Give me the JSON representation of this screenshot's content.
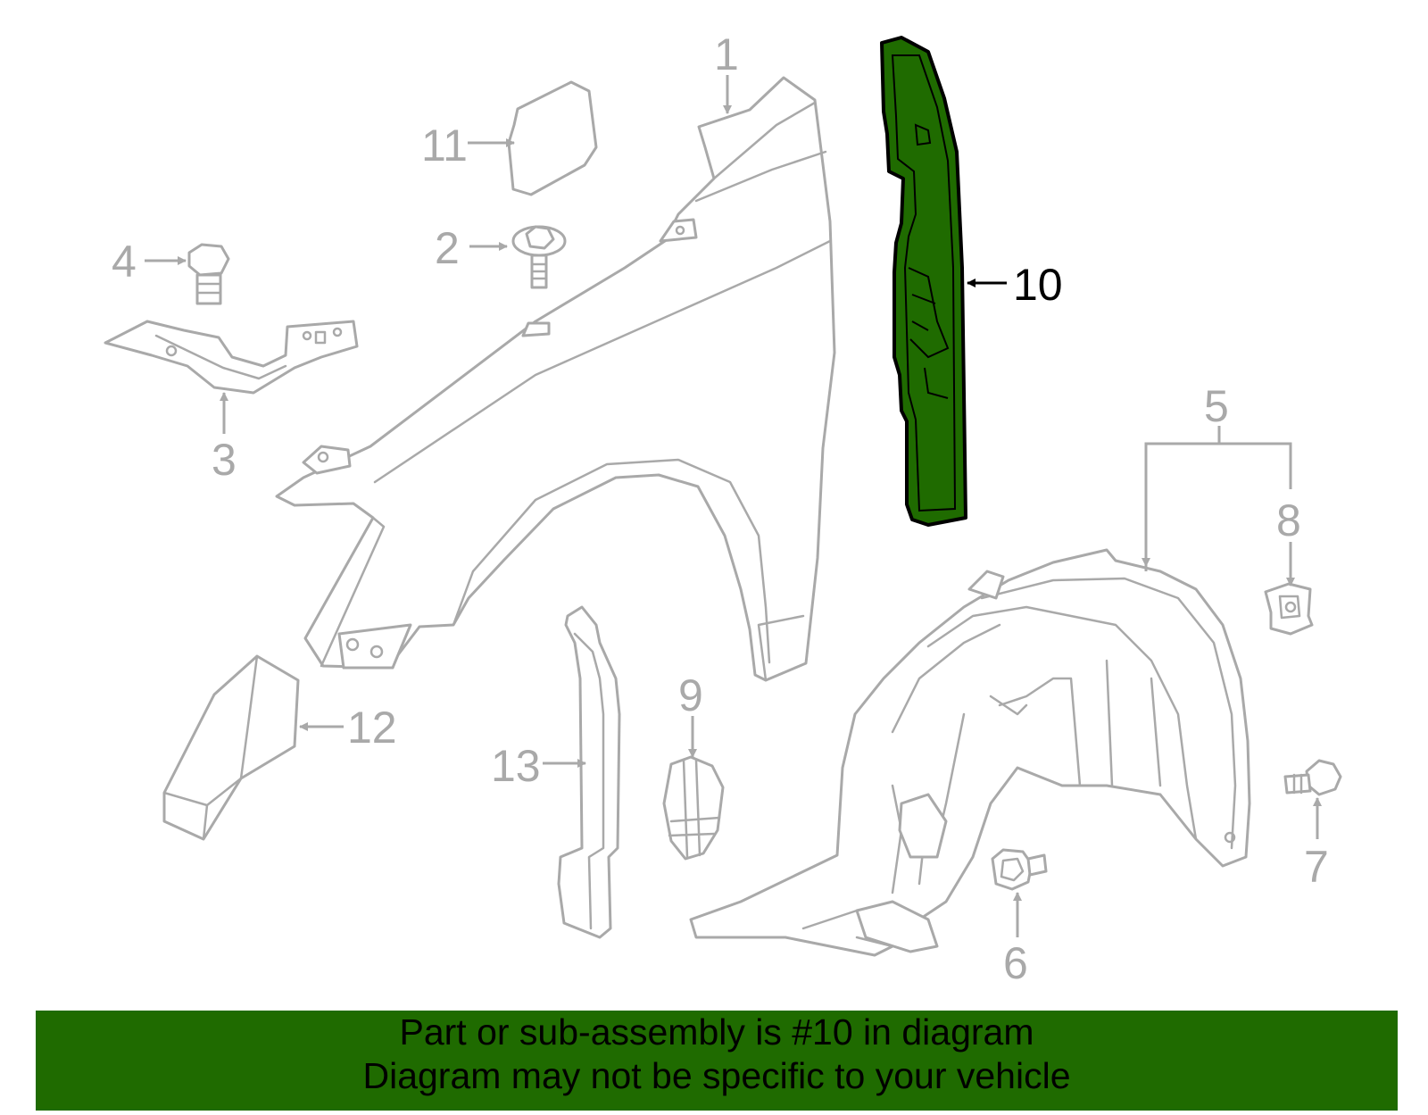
{
  "diagram": {
    "highlight_color": "#1f6b00",
    "line_color": "#a9a9a9",
    "callouts": [
      {
        "id": "1",
        "label": "1"
      },
      {
        "id": "2",
        "label": "2"
      },
      {
        "id": "3",
        "label": "3"
      },
      {
        "id": "4",
        "label": "4"
      },
      {
        "id": "5",
        "label": "5"
      },
      {
        "id": "6",
        "label": "6"
      },
      {
        "id": "7",
        "label": "7"
      },
      {
        "id": "8",
        "label": "8"
      },
      {
        "id": "9",
        "label": "9"
      },
      {
        "id": "10",
        "label": "10",
        "highlighted": true
      },
      {
        "id": "11",
        "label": "11"
      },
      {
        "id": "12",
        "label": "12"
      },
      {
        "id": "13",
        "label": "13"
      }
    ]
  },
  "banner": {
    "background": "#1f6b00",
    "line1": "Part or sub-assembly is #10 in diagram",
    "line2": "Diagram may not be specific to your vehicle"
  }
}
